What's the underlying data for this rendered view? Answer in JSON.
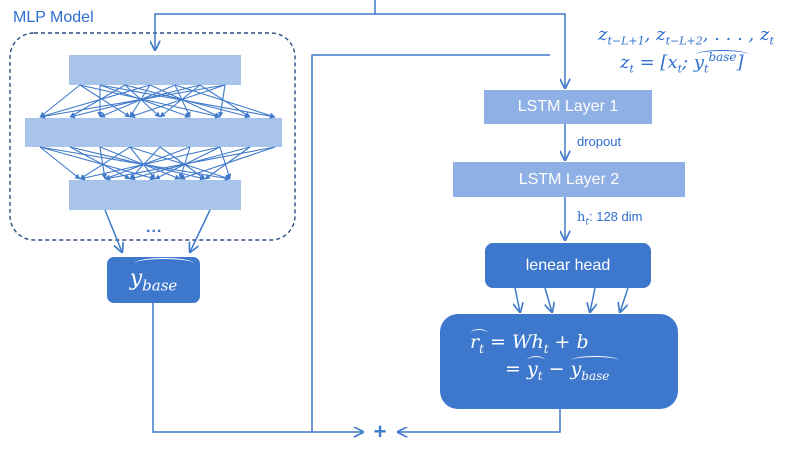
{
  "colors": {
    "light_block": "#A9C4EA",
    "mid_block": "#8EB0E4",
    "dark_block": "#3E78CC",
    "line": "#3F7ACB",
    "dash": "#2B4E7F",
    "title": "#2E6FD0",
    "formula": "#2E6FD0"
  },
  "mlp": {
    "title": "MLP Model",
    "ellipsis": "...",
    "output_label": "y",
    "output_subscript": "base"
  },
  "top_right": {
    "sequence_line": "z_{t−L+1}, z_{t−L+2}, . . . , z_t",
    "z_t_prefix": "z",
    "z_t_sub": "t",
    "z_t_eq": " = [",
    "x_t": "x",
    "x_t_sub": "t",
    "sep": "; ",
    "y_t": "y",
    "y_t_sub": "t",
    "y_t_sup": "base",
    "close": "]"
  },
  "lstm": {
    "layer1": "LSTM Layer 1",
    "dropout": "dropout",
    "layer2": "LSTM Layer 2",
    "hidden_label_h": "h",
    "hidden_label_sub": "t",
    "hidden_label_rest": ": 128 dim",
    "head": "lenear head"
  },
  "formula": {
    "line1_r": "r",
    "line1_sub": "t",
    "line1_rest": " = Wh",
    "line1_sub2": "t",
    "line1_end": " + b",
    "line2_eq": "= ",
    "line2_y": "y",
    "line2_ysub": "t",
    "line2_minus": " − ",
    "line2_ybase": "y",
    "line2_ybase_sub": "base"
  },
  "sum_symbol": "+"
}
